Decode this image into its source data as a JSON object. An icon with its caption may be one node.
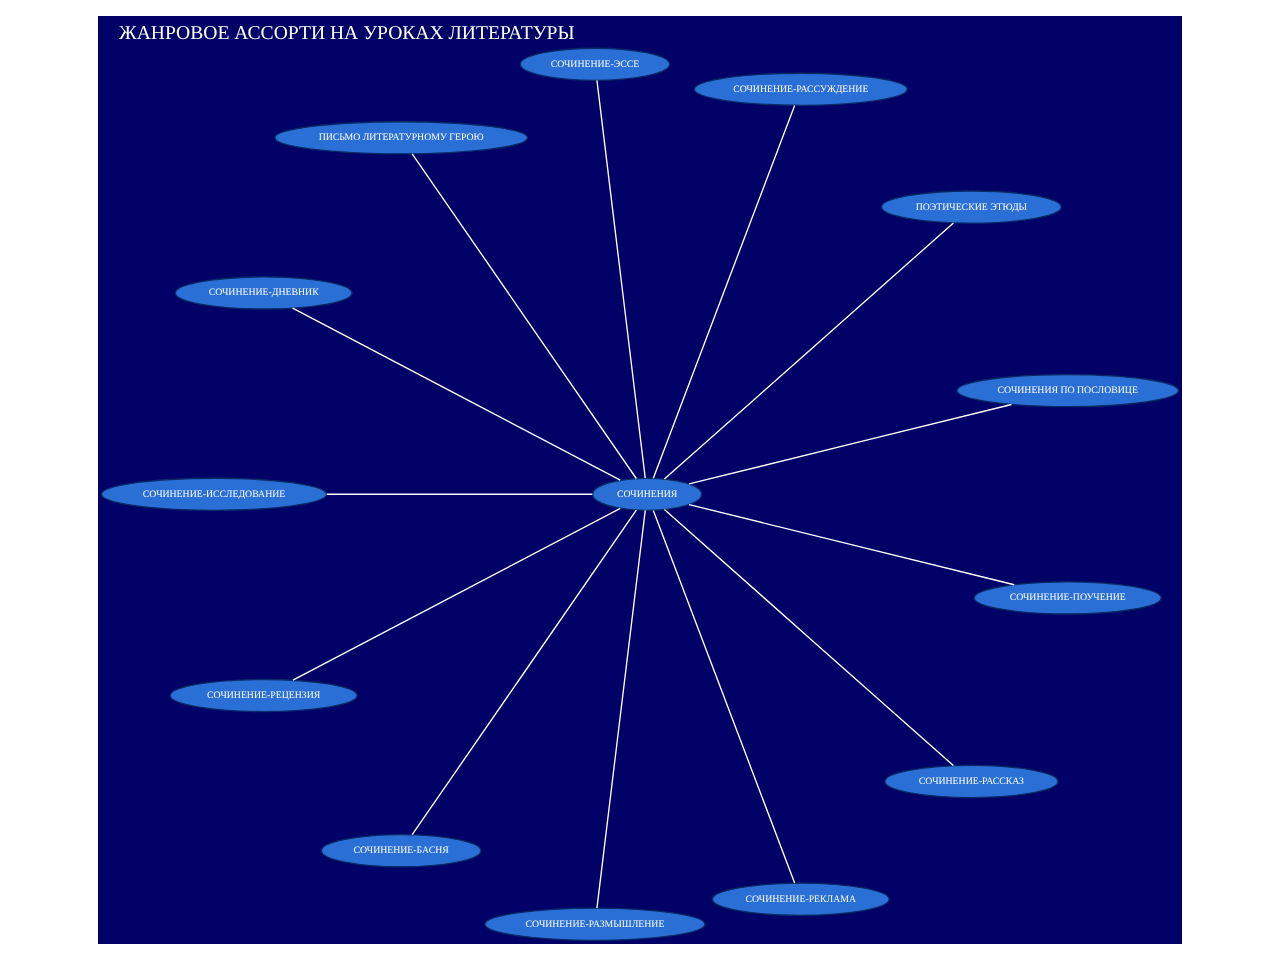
{
  "diagram": {
    "title": "ЖАНРОВОЕ АССОРТИ НА УРОКАХ ЛИТЕРАТУРЫ",
    "nodes": [
      {
        "text": [
          "СОЧИНЕНИЯ"
        ]
      },
      {
        "text": [
          "СОЧИНЕНИЯ ПО ПОСЛОВИЦЕ"
        ]
      },
      {
        "text": [
          "ПОЭТИЧЕСКИЕ ЭТЮДЫ"
        ]
      },
      {
        "text": [
          "СОЧИНЕНИЕ-РАССУЖДЕНИЕ"
        ]
      },
      {
        "text": [
          "СОЧИНЕНИЕ-ЭССЕ"
        ]
      },
      {
        "text": [
          "ПИСЬМО ЛИТЕРАТУРНОМУ ГЕРОЮ"
        ]
      },
      {
        "text": [
          "СОЧИНЕНИЕ-ДНЕВНИК"
        ]
      },
      {
        "text": [
          "СОЧИНЕНИЕ-ИССЛЕДОВАНИЕ"
        ]
      },
      {
        "text": [
          "СОЧИНЕНИЕ-РЕЦЕНЗИЯ"
        ]
      },
      {
        "text": [
          "СОЧИНЕНИЕ-БАСНЯ"
        ]
      },
      {
        "text": [
          "СОЧИНЕНИЕ-РАЗМЫШЛЕНИЕ"
        ]
      },
      {
        "text": [
          "СОЧИНЕНИЕ-РЕКЛАМА"
        ]
      },
      {
        "text": [
          "СОЧИНЕНИЕ-РАССКАЗ"
        ]
      },
      {
        "text": [
          "СОЧИНЕНИЕ-ПОУЧЕНИЕ"
        ]
      }
    ],
    "edges": [
      {
        "from": 0,
        "to": 1,
        "arrow": "none"
      },
      {
        "from": 0,
        "to": 2,
        "arrow": "none"
      },
      {
        "from": 0,
        "to": 3,
        "arrow": "none"
      },
      {
        "from": 0,
        "to": 4,
        "arrow": "none"
      },
      {
        "from": 0,
        "to": 5,
        "arrow": "none"
      },
      {
        "from": 0,
        "to": 6,
        "arrow": "none"
      },
      {
        "from": 0,
        "to": 7,
        "arrow": "none"
      },
      {
        "from": 0,
        "to": 8,
        "arrow": "none"
      },
      {
        "from": 0,
        "to": 9,
        "arrow": "none"
      },
      {
        "from": 0,
        "to": 10,
        "arrow": "none"
      },
      {
        "from": 0,
        "to": 11,
        "arrow": "none"
      },
      {
        "from": 0,
        "to": 12,
        "arrow": "none"
      },
      {
        "from": 0,
        "to": 13,
        "arrow": "none"
      }
    ]
  }
}
